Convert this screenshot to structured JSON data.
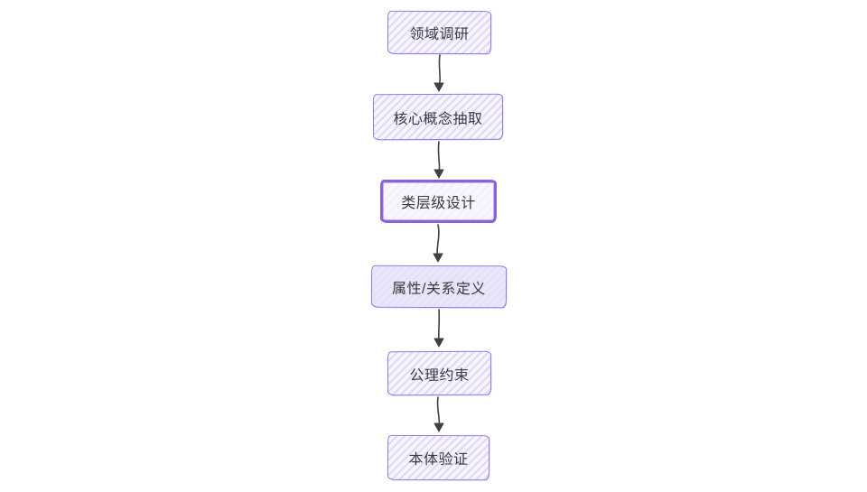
{
  "diagram": {
    "type": "flowchart",
    "direction": "top-down",
    "nodes": [
      {
        "id": "n1",
        "label": "领域调研",
        "emphasized": false
      },
      {
        "id": "n2",
        "label": "核心概念抽取",
        "emphasized": false
      },
      {
        "id": "n3",
        "label": "类层级设计",
        "emphasized": true
      },
      {
        "id": "n4",
        "label": "属性/关系定义",
        "emphasized": false
      },
      {
        "id": "n5",
        "label": "公理约束",
        "emphasized": false
      },
      {
        "id": "n6",
        "label": "本体验证",
        "emphasized": false
      }
    ],
    "edges": [
      {
        "from": "领域调研",
        "to": "核心概念抽取"
      },
      {
        "from": "核心概念抽取",
        "to": "类层级设计"
      },
      {
        "from": "类层级设计",
        "to": "属性/关系定义"
      },
      {
        "from": "属性/关系定义",
        "to": "公理约束"
      },
      {
        "from": "公理约束",
        "to": "本体验证"
      }
    ]
  },
  "colors": {
    "background": "#ffffff",
    "node_border": "#9478e2",
    "node_border_emphasis": "#8a63dc",
    "node_fill": "#f6f4fd",
    "node_hatch": "#ded6f6",
    "node_fill_solid": "#eae5f9",
    "arrow": "#3f3f46",
    "text": "#3b3b40"
  }
}
